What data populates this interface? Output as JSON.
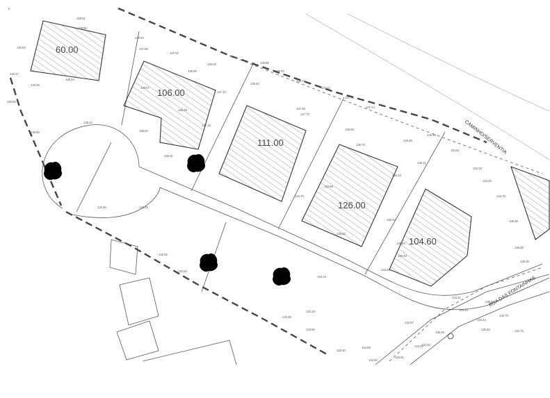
{
  "lots": [
    {
      "area": "60.00"
    },
    {
      "area": "106.00"
    },
    {
      "area": "111.00"
    },
    {
      "area": "126.00"
    },
    {
      "area": "104.60"
    }
  ],
  "roads": {
    "caminho": "CAMINHO/SERVENTIA",
    "rua": "RUA DAS FONTAINHAS"
  },
  "spot_heights": [
    "139.81",
    "139.80",
    "140.64",
    "140.47",
    "140.06",
    "139.43",
    "139.95",
    "139.80",
    "138.42",
    "138.94",
    "137.88",
    "137.02",
    "136.80",
    "136.46",
    "137.10",
    "138.97",
    "136.28",
    "137.18",
    "136.94",
    "136.52",
    "136.62",
    "136.86",
    "138.40",
    "138.21",
    "137.11",
    "137.76",
    "137.14",
    "137.35",
    "137.70",
    "136.59",
    "136.70",
    "136.48",
    "135.11",
    "135.19",
    "134.65",
    "134.70",
    "135.68",
    "135.42",
    "135.84",
    "136.40",
    "135.48",
    "134.61",
    "134.18",
    "134.26",
    "133.76",
    "135.98",
    "136.30",
    "136.48",
    "136.04",
    "134.21",
    "134.49",
    "134.44",
    "135.65",
    "135.49",
    "134.42",
    "134.59",
    "135.30",
    "133.65",
    "133.35",
    "133.19",
    "133.16",
    "133.81",
    "132.97",
    "132.92",
    "132.70",
    "132.75",
    "132.60",
    "133.81",
    "132.56",
    "132.63",
    "133.06",
    "134.30"
  ]
}
